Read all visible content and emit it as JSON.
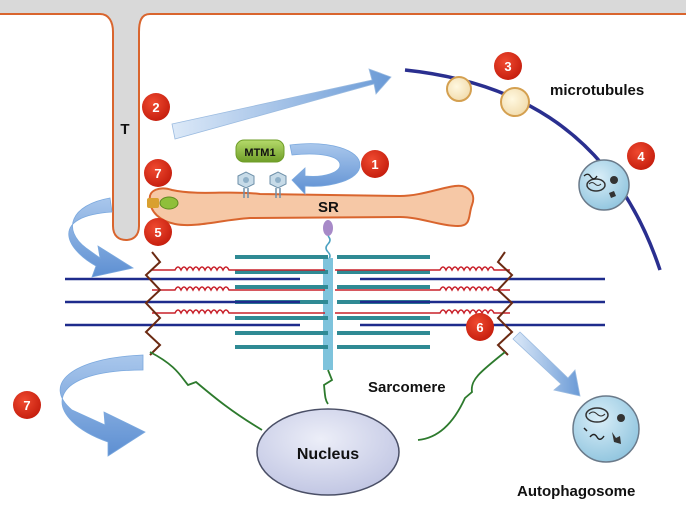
{
  "labels": {
    "t_tubule": "T",
    "mtm1": "MTM1",
    "sr": "SR",
    "microtubules": "microtubules",
    "sarcomere": "Sarcomere",
    "nucleus": "Nucleus",
    "autophagosome": "Autophagosome"
  },
  "badges": {
    "b1": "1",
    "b2": "2",
    "b3": "3",
    "b4": "4",
    "b5": "5",
    "b6": "6",
    "b7a": "7",
    "b7b": "7"
  },
  "colors": {
    "badge": "#d42a14",
    "membrane_fill": "#f6c8a6",
    "membrane_stroke": "#d9652e",
    "arrow": "#7aa8de",
    "microtubule": "#2a2f8f",
    "thin_filament": "#1e2b8c",
    "thick_filament": "#2f8a94",
    "titin": "#c8202a",
    "desmin": "#2d7a2d",
    "nucleus_fill": "#d4d8ee",
    "mtm1_fill": "#8fbf3a"
  }
}
